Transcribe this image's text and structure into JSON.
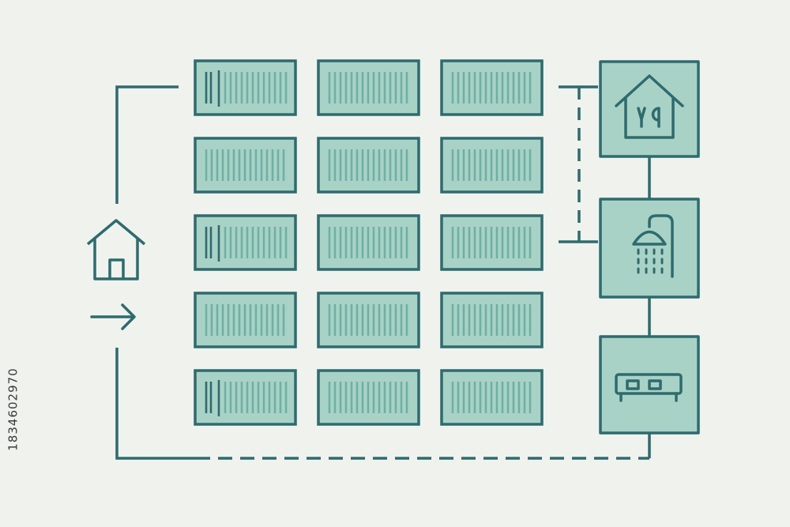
{
  "colors": {
    "background": "#f0f2ee",
    "stroke": "#2e6b6e",
    "fill": "#a9d2c6",
    "rib": "#6fb0a4",
    "watermark_text": "#3a3a3a"
  },
  "diagram": {
    "container_grid": {
      "rows": 5,
      "columns": 3
    },
    "containers_with_door": [
      "0-0",
      "2-0",
      "4-0"
    ],
    "facilities": [
      {
        "name": "kitchen",
        "icon": "house-with-utensils-icon"
      },
      {
        "name": "shower",
        "icon": "shower-icon"
      },
      {
        "name": "lounge",
        "icon": "sofa-icon"
      }
    ],
    "side_icons": [
      "house-icon",
      "arrow-right-icon"
    ],
    "connectors": [
      "solid-loop-line",
      "dashed-bottom-line",
      "dashed-right-line"
    ]
  },
  "watermark": {
    "stock_id": "1834602970"
  }
}
